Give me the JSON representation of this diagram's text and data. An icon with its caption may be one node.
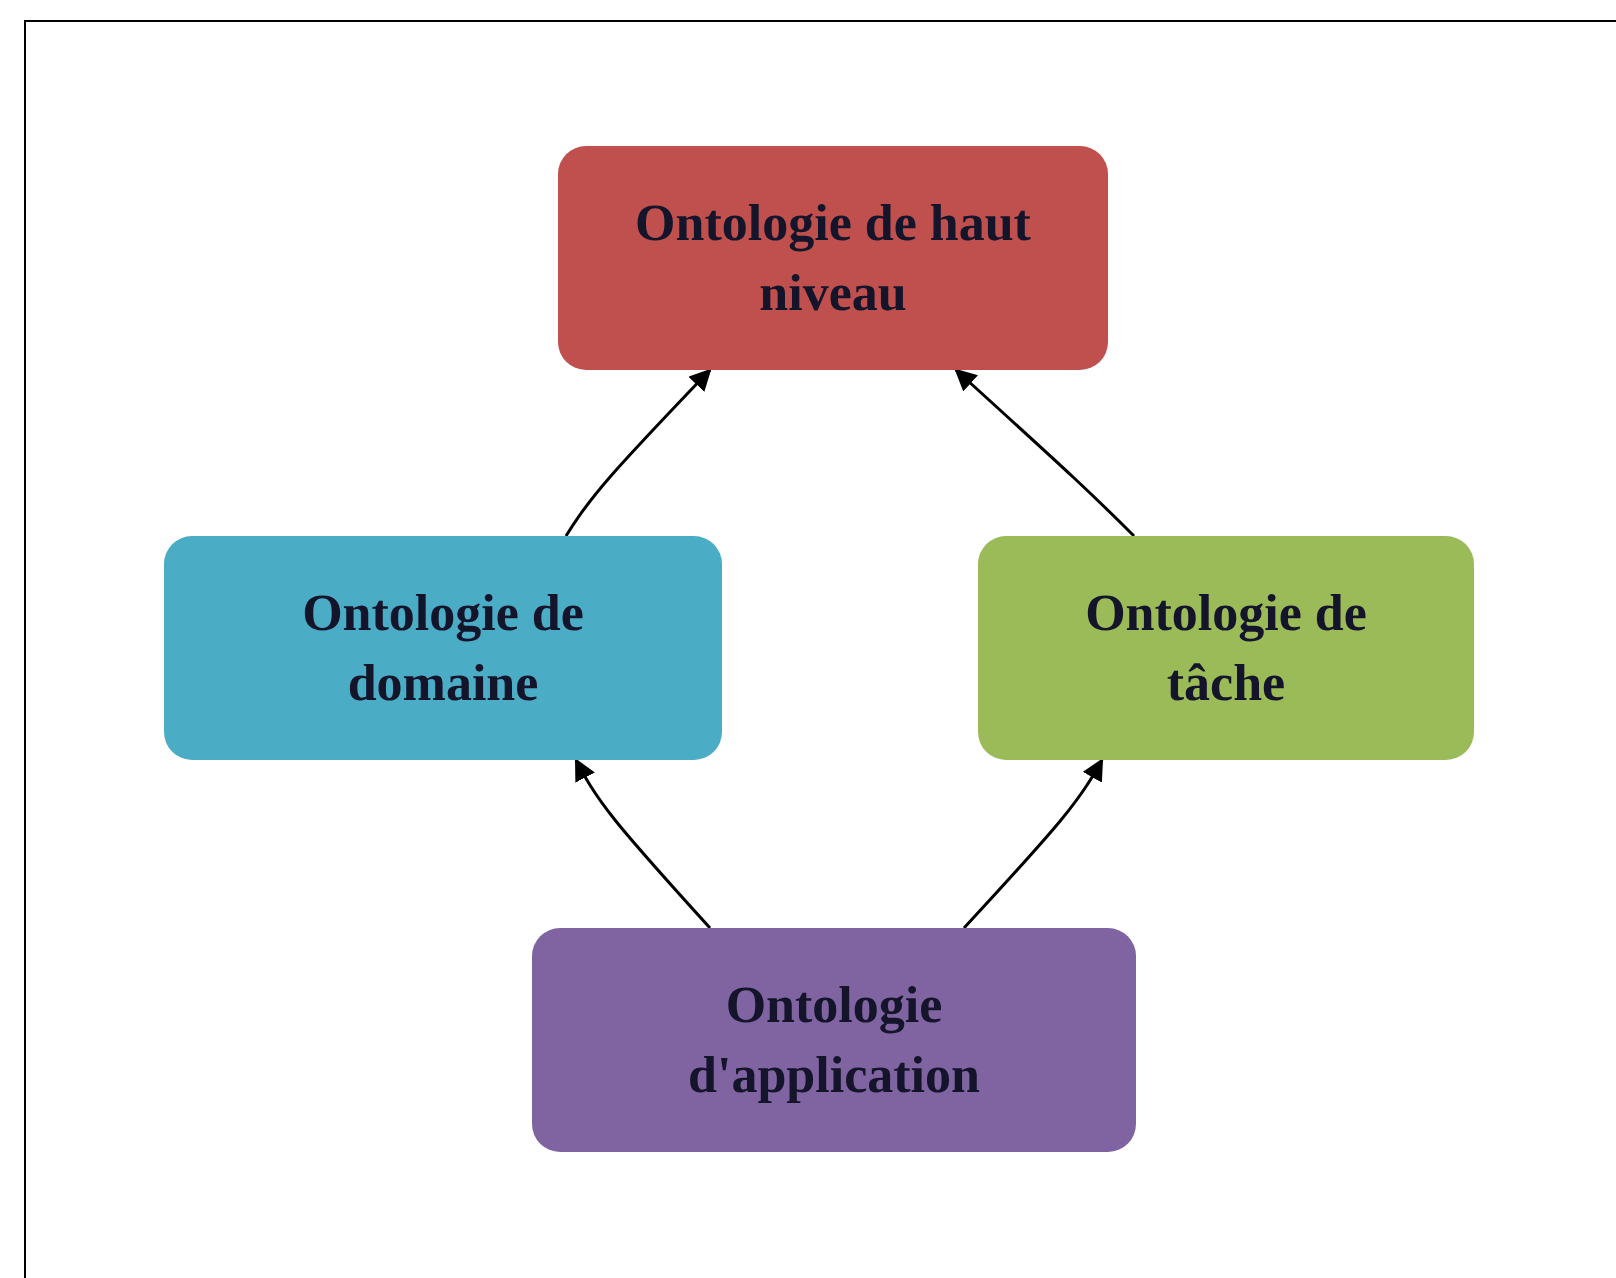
{
  "diagram": {
    "nodes": [
      {
        "text": [
          "Ontologie de haut niveau"
        ]
      },
      {
        "text": [
          "Ontologie de domaine"
        ]
      },
      {
        "text": [
          "Ontologie de tâche"
        ]
      },
      {
        "text": [
          "Ontologie d'application"
        ]
      }
    ],
    "edges": [
      {
        "from": 3,
        "to": 1,
        "arrow": "to"
      },
      {
        "from": 3,
        "to": 2,
        "arrow": "to"
      },
      {
        "from": 1,
        "to": 0,
        "arrow": "to"
      },
      {
        "from": 2,
        "to": 0,
        "arrow": "to"
      }
    ]
  }
}
